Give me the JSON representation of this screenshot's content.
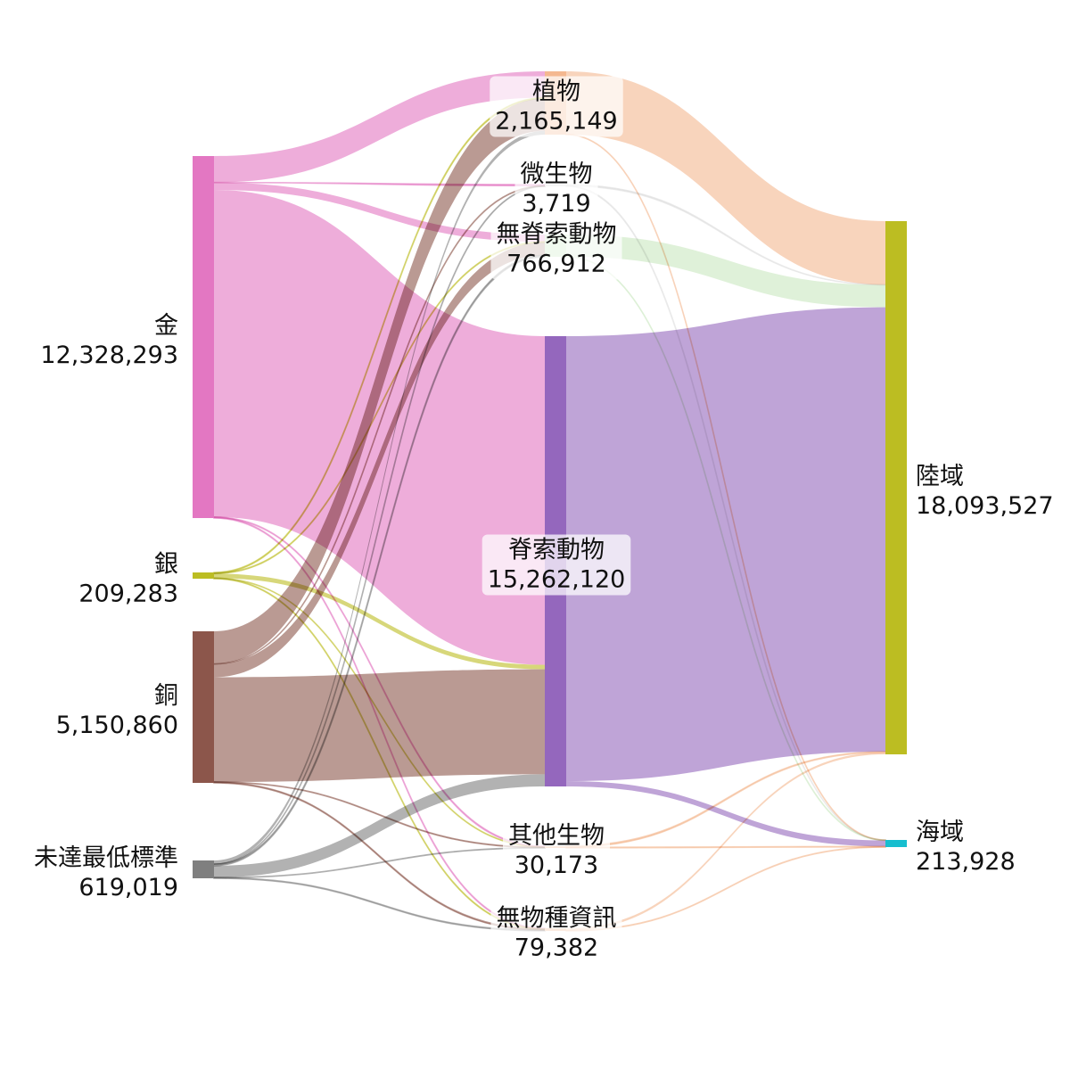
{
  "chart_data": {
    "type": "sankey",
    "title": "",
    "nodes": [
      {
        "id": "gold",
        "label": "金",
        "value": "12,328,293",
        "color": "#e377c2"
      },
      {
        "id": "silver",
        "label": "銀",
        "value": "209,283",
        "color": "#bcbd22"
      },
      {
        "id": "copper",
        "label": "銅",
        "value": "5,150,860",
        "color": "#8c564b"
      },
      {
        "id": "below",
        "label": "未達最低標準",
        "value": "619,019",
        "color": "#7f7f7f"
      },
      {
        "id": "plants",
        "label": "植物",
        "value": "2,165,149",
        "color": "#f4b890"
      },
      {
        "id": "microbes",
        "label": "微生物",
        "value": "3,719",
        "color": "#dddddd"
      },
      {
        "id": "invertebrates",
        "label": "無脊索動物",
        "value": "766,912",
        "color": "#c9e8c0"
      },
      {
        "id": "chordates",
        "label": "脊索動物",
        "value": "15,262,120",
        "color": "#9467bd"
      },
      {
        "id": "other",
        "label": "其他生物",
        "value": "30,173",
        "color": "#f4b890"
      },
      {
        "id": "noinfo",
        "label": "無物種資訊",
        "value": "79,382",
        "color": "#f4b890"
      },
      {
        "id": "land",
        "label": "陸域",
        "value": "18,093,527",
        "color": "#bcbd22"
      },
      {
        "id": "marine",
        "label": "海域",
        "value": "213,928",
        "color": "#17becf"
      }
    ],
    "links": [
      {
        "source": "gold",
        "target": "plants",
        "value": 900000
      },
      {
        "source": "gold",
        "target": "microbes",
        "value": 2500
      },
      {
        "source": "gold",
        "target": "invertebrates",
        "value": 250000
      },
      {
        "source": "gold",
        "target": "chordates",
        "value": 11140000
      },
      {
        "source": "gold",
        "target": "other",
        "value": 15000
      },
      {
        "source": "gold",
        "target": "noinfo",
        "value": 20793
      },
      {
        "source": "silver",
        "target": "plants",
        "value": 25000
      },
      {
        "source": "silver",
        "target": "invertebrates",
        "value": 15000
      },
      {
        "source": "silver",
        "target": "chordates",
        "value": 150000
      },
      {
        "source": "silver",
        "target": "other",
        "value": 4000
      },
      {
        "source": "silver",
        "target": "noinfo",
        "value": 15283
      },
      {
        "source": "copper",
        "target": "plants",
        "value": 1110000
      },
      {
        "source": "copper",
        "target": "microbes",
        "value": 519
      },
      {
        "source": "copper",
        "target": "invertebrates",
        "value": 450000
      },
      {
        "source": "copper",
        "target": "chordates",
        "value": 3560000
      },
      {
        "source": "copper",
        "target": "other",
        "value": 7000
      },
      {
        "source": "copper",
        "target": "noinfo",
        "value": 23341
      },
      {
        "source": "below",
        "target": "plants",
        "value": 130149
      },
      {
        "source": "below",
        "target": "microbes",
        "value": 700
      },
      {
        "source": "below",
        "target": "invertebrates",
        "value": 51912
      },
      {
        "source": "below",
        "target": "chordates",
        "value": 412120
      },
      {
        "source": "below",
        "target": "other",
        "value": 4173
      },
      {
        "source": "below",
        "target": "noinfo",
        "value": 19965
      },
      {
        "source": "plants",
        "target": "land",
        "value": 2160000
      },
      {
        "source": "plants",
        "target": "marine",
        "value": 5149
      },
      {
        "source": "microbes",
        "target": "land",
        "value": 2500
      },
      {
        "source": "microbes",
        "target": "marine",
        "value": 1219
      },
      {
        "source": "invertebrates",
        "target": "land",
        "value": 760000
      },
      {
        "source": "invertebrates",
        "target": "marine",
        "value": 6912
      },
      {
        "source": "chordates",
        "target": "land",
        "value": 15080000
      },
      {
        "source": "chordates",
        "target": "marine",
        "value": 182120
      },
      {
        "source": "other",
        "target": "land",
        "value": 20000
      },
      {
        "source": "other",
        "target": "marine",
        "value": 10173
      },
      {
        "source": "noinfo",
        "target": "land",
        "value": 71027
      },
      {
        "source": "noinfo",
        "target": "marine",
        "value": 8355
      }
    ]
  }
}
